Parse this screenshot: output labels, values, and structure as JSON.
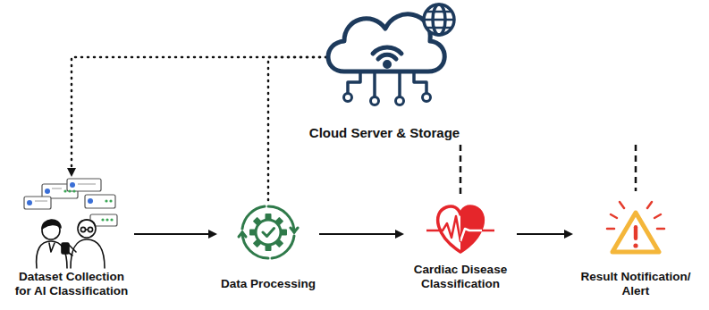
{
  "diagram": {
    "nodes": [
      {
        "text": [
          "Cloud Server & Storage"
        ]
      },
      {
        "text": [
          "Dataset Collection for AI Classification"
        ]
      },
      {
        "text": [
          "Data Processing"
        ]
      },
      {
        "text": [
          "Cardiac Disease Classification"
        ]
      },
      {
        "text": [
          "Result Notification/ Alert"
        ]
      }
    ],
    "edges": [
      {
        "from": 0,
        "to": 1,
        "arrow": "to"
      },
      {
        "from": 0,
        "to": 2,
        "arrow": "none"
      },
      {
        "from": 0,
        "to": 3,
        "arrow": "none"
      },
      {
        "from": 0,
        "to": 4,
        "arrow": "none"
      },
      {
        "from": 1,
        "to": 2,
        "arrow": "to"
      },
      {
        "from": 2,
        "to": 3,
        "arrow": "to"
      },
      {
        "from": 3,
        "to": 4,
        "arrow": "to"
      }
    ]
  }
}
